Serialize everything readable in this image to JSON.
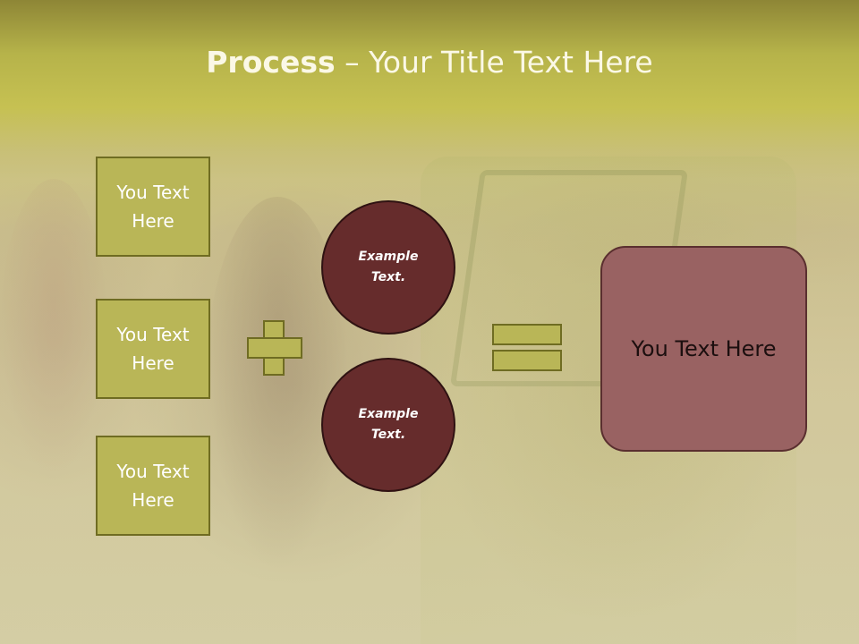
{
  "slide": {
    "title_bold": "Process",
    "title_rest": " – Your Title Text Here",
    "left_boxes": [
      "You Text Here",
      "You Text Here",
      "You Text Here"
    ],
    "circles": [
      "Example Text.",
      "Example Text."
    ],
    "result_text": "You Text Here"
  },
  "colors": {
    "box_fill": "#b9b657",
    "circle_fill": "#662c2c",
    "result_fill": "#996262",
    "title_text": "#fbf8e6"
  }
}
